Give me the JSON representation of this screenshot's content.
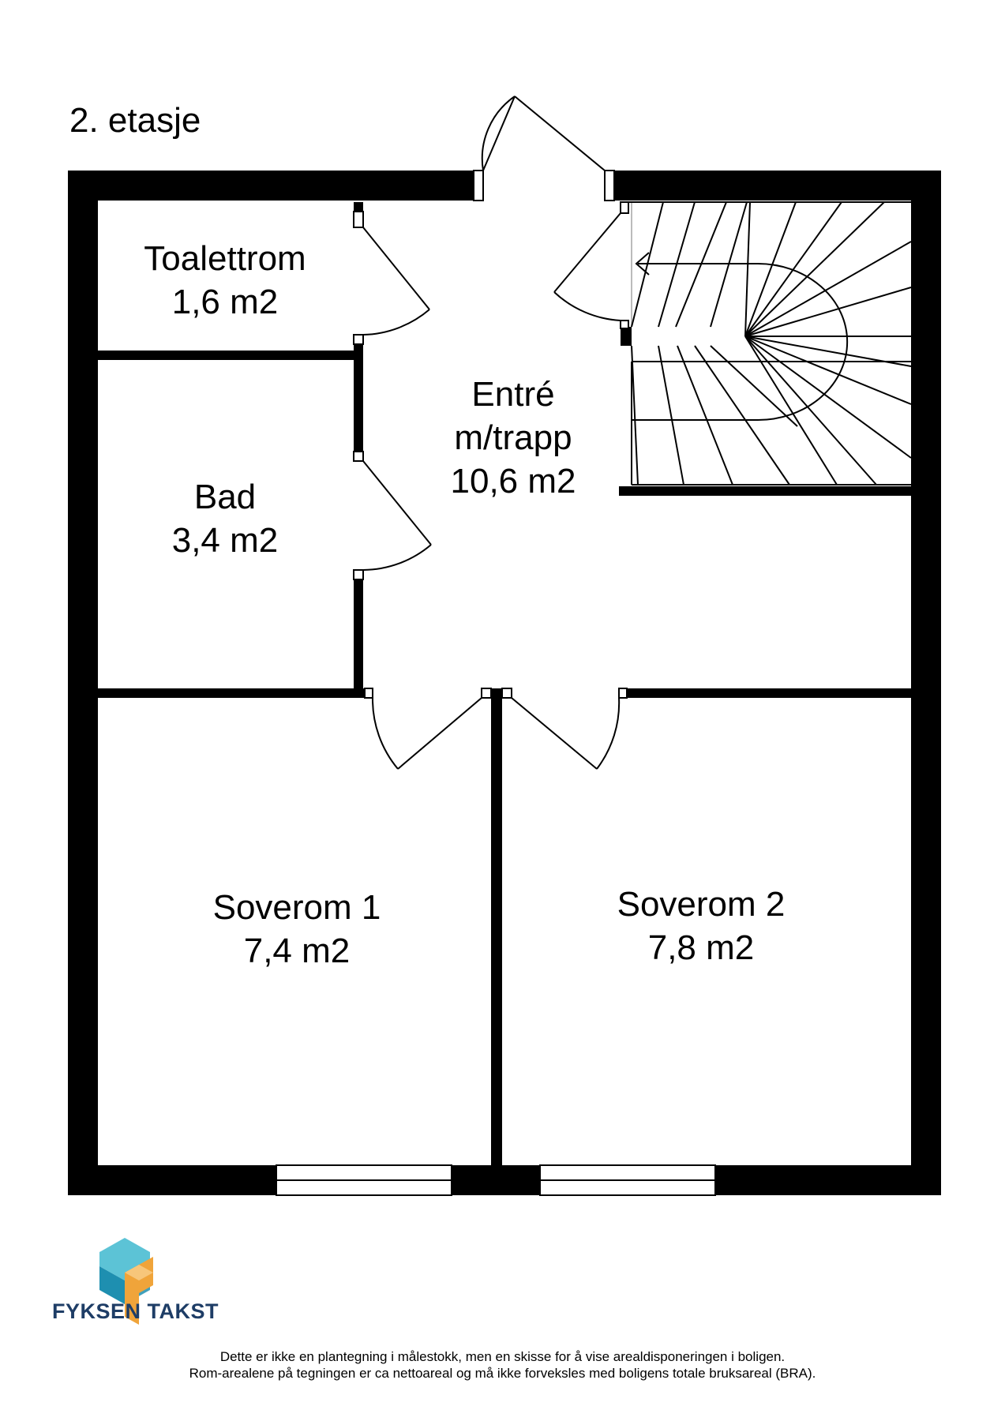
{
  "floor_title": "2. etasje",
  "rooms": [
    {
      "name": "Toalettrom",
      "area": "1,6 m2"
    },
    {
      "name": "Bad",
      "area": "3,4 m2"
    },
    {
      "name": "Entré",
      "name2": "m/trapp",
      "area": "10,6 m2"
    },
    {
      "name": "Soverom 1",
      "area": "7,4 m2"
    },
    {
      "name": "Soverom 2",
      "area": "7,8 m2"
    }
  ],
  "company": {
    "name": "FYKSEN TAKST",
    "logo_colors": {
      "light": "#5cc3d6",
      "dark": "#1e8fb0",
      "accent": "#f0a43a"
    }
  },
  "disclaimer": {
    "line1": "Dette er ikke en plantegning i målestokk, men en skisse for å vise arealdisponeringen i boligen.",
    "line2": "Rom-arealene på tegningen er ca nettoareal og må ikke forveksles med boligens totale bruksareal (BRA)."
  }
}
